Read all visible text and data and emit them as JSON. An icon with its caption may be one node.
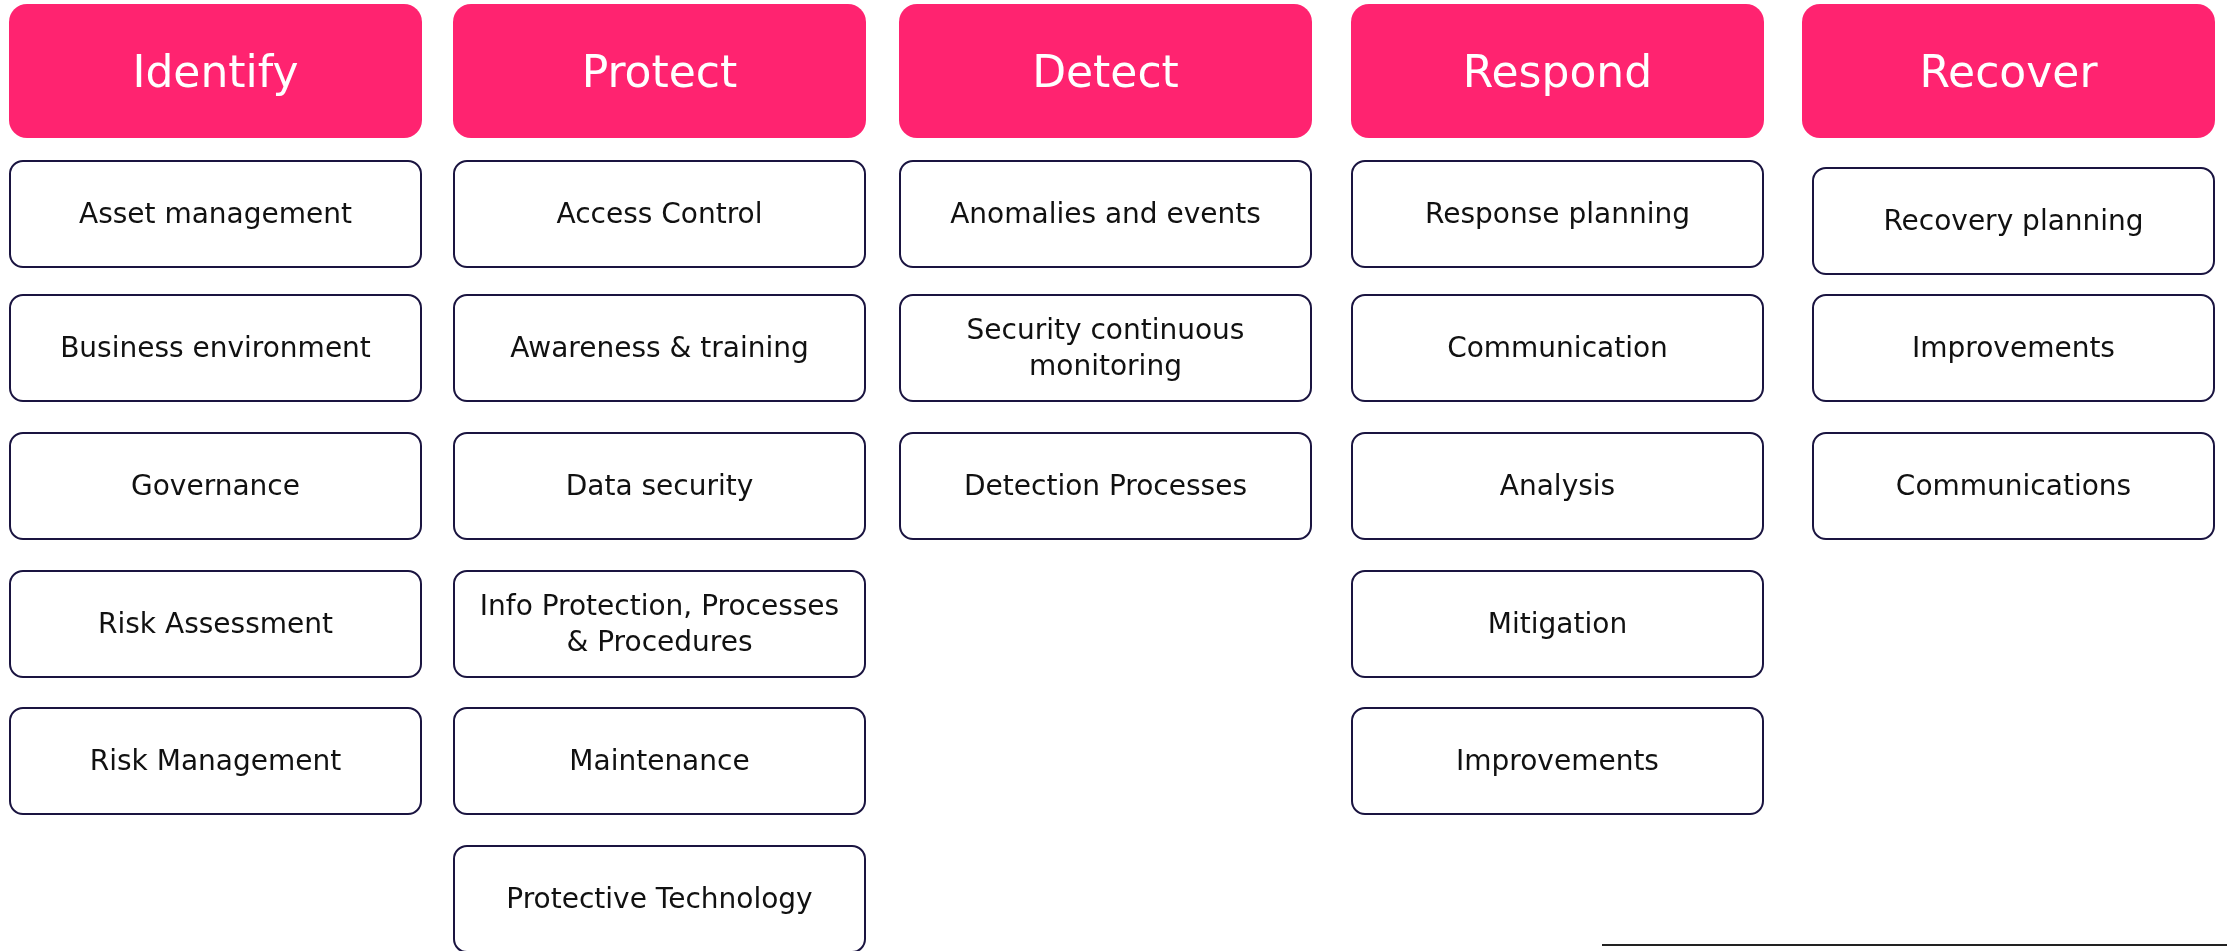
{
  "diagram": {
    "nodes": [
      {
        "text": [
          "Identify"
        ]
      },
      {
        "text": [
          "Asset management"
        ]
      },
      {
        "text": [
          "Business environment"
        ]
      },
      {
        "text": [
          "Governance"
        ]
      },
      {
        "text": [
          "Risk Assessment"
        ]
      },
      {
        "text": [
          "Risk Management"
        ]
      },
      {
        "text": [
          "Protect"
        ]
      },
      {
        "text": [
          "Access Control"
        ]
      },
      {
        "text": [
          "Awareness & training"
        ]
      },
      {
        "text": [
          "Data security"
        ]
      },
      {
        "text": [
          "Info Protection, Processes & Procedures"
        ]
      },
      {
        "text": [
          "Maintenance"
        ]
      },
      {
        "text": [
          "Protective Technology"
        ]
      },
      {
        "text": [
          "Detect"
        ]
      },
      {
        "text": [
          "Anomalies and events"
        ]
      },
      {
        "text": [
          "Security continuous monitoring"
        ]
      },
      {
        "text": [
          "Detection Processes"
        ]
      },
      {
        "text": [
          "Respond"
        ]
      },
      {
        "text": [
          "Response planning"
        ]
      },
      {
        "text": [
          "Communication"
        ]
      },
      {
        "text": [
          "Analysis"
        ]
      },
      {
        "text": [
          "Mitigation"
        ]
      },
      {
        "text": [
          "Improvements"
        ]
      },
      {
        "text": [
          "Recover"
        ]
      },
      {
        "text": [
          "Recovery planning"
        ]
      },
      {
        "text": [
          "Improvements"
        ]
      },
      {
        "text": [
          "Communications"
        ]
      }
    ]
  }
}
